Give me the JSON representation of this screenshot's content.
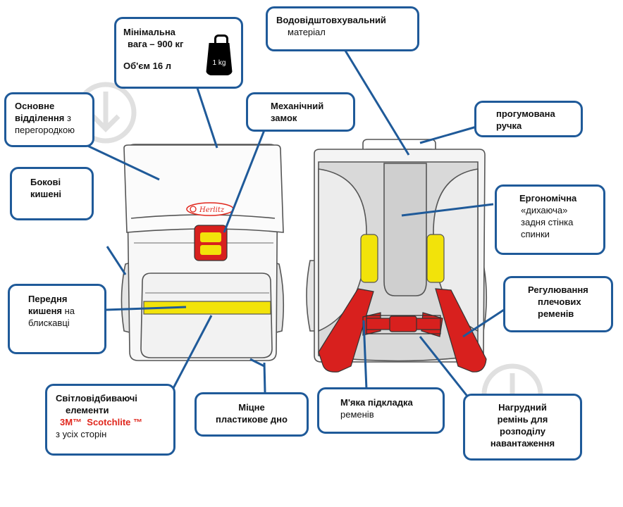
{
  "callouts": {
    "weight": {
      "line1": "Мінімальна",
      "line2": "вага – 900 кг",
      "line3": "Об'єм 16 л",
      "weight_icon_label": "1 kg"
    },
    "waterproof": {
      "title": "Водовідштовхувальний",
      "sub": "матеріал"
    },
    "main_compartment": {
      "l1": "Основне",
      "l2a": "відділення",
      "l2b": " з",
      "l3": "перегородкою"
    },
    "lock": {
      "l1": "Механічний",
      "l2": "замок"
    },
    "handle": {
      "l1": "прогумована",
      "l2": "ручка"
    },
    "side_pockets": {
      "l1": "Бокові",
      "l2": "кишені"
    },
    "ergonomic": {
      "l1": "Ергономічна",
      "l2": "«дихаюча»",
      "l3": "задня стінка",
      "l4": "спинки"
    },
    "front_pocket": {
      "l1": "Передня",
      "l2a": "кишеня",
      "l2b": " на",
      "l3": "блискавці"
    },
    "strap_adjust": {
      "l1": "Регулювання",
      "l2": "плечових",
      "l3": "ременів"
    },
    "reflective": {
      "l1": "Світловідбиваючі",
      "l2": "елементи",
      "l3": "3M™  Scotchlite ™",
      "l4": "з усіх сторін"
    },
    "bottom": {
      "l1": "Міцне",
      "l2": "пластикове дно"
    },
    "padding": {
      "l1": "М'яка підкладка",
      "l2": "ременів"
    },
    "chest_strap": {
      "l1": "Нагрудний",
      "l2": "ремінь для",
      "l3": "розподілу",
      "l4": "навантаження"
    }
  },
  "brand_logo": "Herlitz",
  "colors": {
    "callout_border": "#1f5a99",
    "accent_red": "#e0261c",
    "reflective_yellow": "#f2e30a",
    "strap_red": "#d8201e"
  }
}
